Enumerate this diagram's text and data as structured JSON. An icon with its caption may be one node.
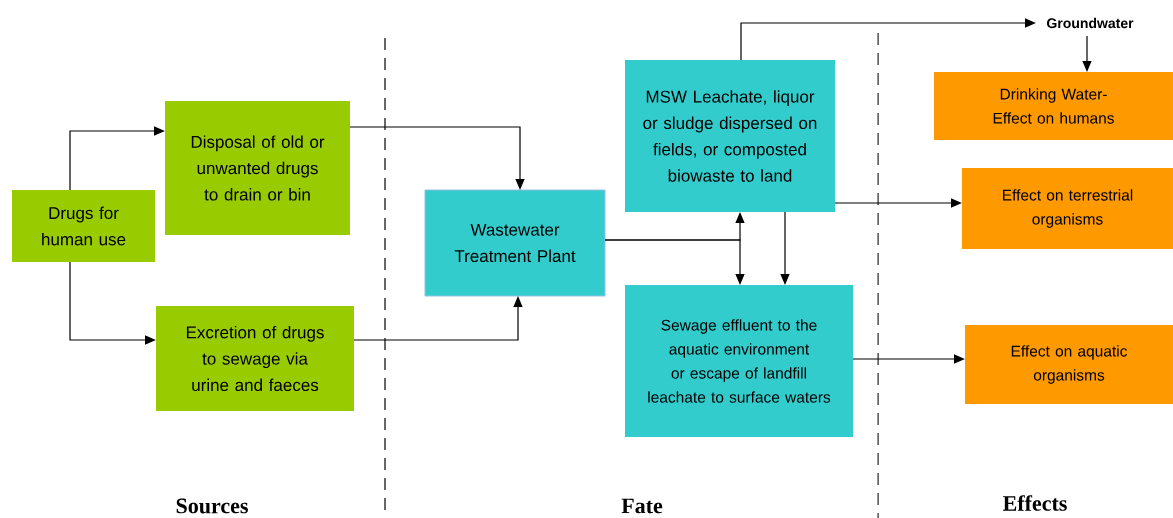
{
  "diagram": {
    "nodes": [
      {
        "text": [
          "Drugs for human use"
        ]
      },
      {
        "text": [
          "Disposal of old or unwanted drugs to drain or bin"
        ]
      },
      {
        "text": [
          "Excretion of drugs to sewage via urine and faeces"
        ]
      },
      {
        "text": [
          "Wastewater Treatment Plant"
        ]
      },
      {
        "text": [
          "MSW Leachate, liquor or sludge dispersed on fields, or composted biowaste to land"
        ]
      },
      {
        "text": [
          "Sewage effluent to the aquatic environment or escape of landfill leachate to surface waters"
        ]
      },
      {
        "text": [
          "Groundwater"
        ]
      },
      {
        "text": [
          "Drinking Water- Effect on humans"
        ]
      },
      {
        "text": [
          "Effect on terrestrial organisms"
        ]
      },
      {
        "text": [
          "Effect on aquatic organisms"
        ]
      }
    ],
    "edges": [
      {
        "from": 0,
        "to": 1,
        "arrow": "to"
      },
      {
        "from": 0,
        "to": 2,
        "arrow": "to"
      },
      {
        "from": 1,
        "to": 3,
        "arrow": "to"
      },
      {
        "from": 2,
        "to": 3,
        "arrow": "to"
      },
      {
        "from": 3,
        "to": 4,
        "arrow": "to"
      },
      {
        "from": 3,
        "to": 5,
        "arrow": "to"
      },
      {
        "from": 4,
        "to": 5,
        "arrow": "to"
      },
      {
        "from": 4,
        "to": 6,
        "arrow": "to"
      },
      {
        "from": 6,
        "to": 7,
        "arrow": "to"
      },
      {
        "from": 4,
        "to": 8,
        "arrow": "to"
      },
      {
        "from": 5,
        "to": 9,
        "arrow": "to"
      }
    ],
    "labels": [
      "Sources",
      "Fate",
      "Effects"
    ]
  }
}
